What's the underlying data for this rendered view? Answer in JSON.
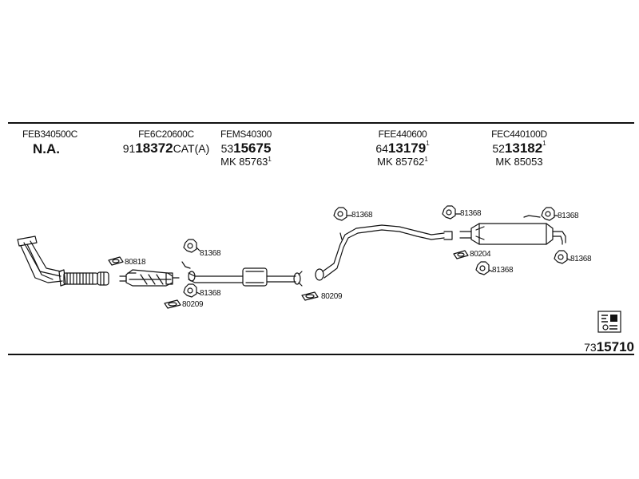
{
  "columns": [
    {
      "code": "FEB340500C",
      "na": "N.A."
    },
    {
      "code": "FE6C20600C",
      "part_prefix": "91",
      "part_number": "18372",
      "part_suffix": "CAT(A)"
    },
    {
      "code": "FEMS40300",
      "part_prefix": "53",
      "part_number": "15675",
      "mk": "MK 85763",
      "mk_sup": "1"
    },
    {
      "code": "FEE440600",
      "part_prefix": "64",
      "part_number": "13179",
      "part_sup": "1",
      "mk": "MK 85762",
      "mk_sup": "1"
    },
    {
      "code": "FEC440100D",
      "part_prefix": "52",
      "part_number": "13182",
      "part_sup": "1",
      "mk": "MK 85053"
    }
  ],
  "callouts": {
    "c80818": "80818",
    "c81368_a": "81368",
    "c81368_b": "81368",
    "c80209_a": "80209",
    "c80209_b": "80209",
    "c81368_c": "81368",
    "c81368_d": "81368",
    "c81368_e": "81368",
    "c80204": "80204",
    "c81368_f": "81368",
    "c81368_g": "81368"
  },
  "footer": {
    "prefix": "73",
    "number": "15710"
  },
  "icons": {
    "manual": "manual-book-icon"
  }
}
